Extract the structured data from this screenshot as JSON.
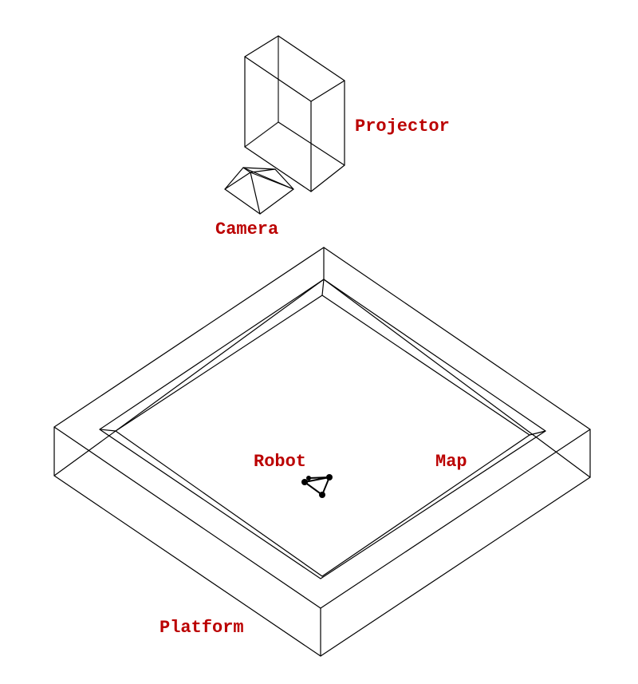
{
  "labels": {
    "projector": "Projector",
    "camera": "Camera",
    "robot": "Robot",
    "map": "Map",
    "platform": "Platform"
  },
  "colors": {
    "label": "#bb0000",
    "line": "#000000",
    "background": "#ffffff"
  }
}
